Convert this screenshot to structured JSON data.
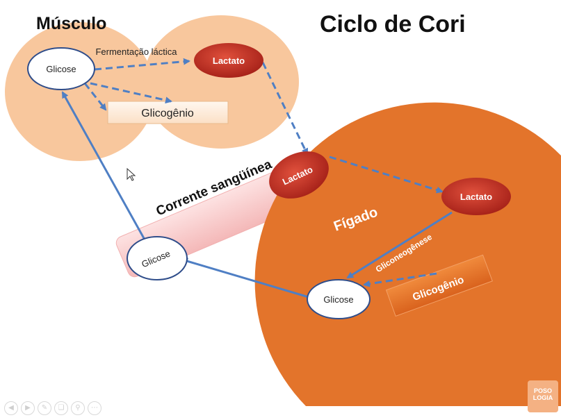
{
  "title": "Ciclo de Cori",
  "muscle": {
    "title": "Músculo",
    "glucose": "Glicose",
    "lactate": "Lactato",
    "fermentation": "Fermentação láctica",
    "glycogen": "Glicogênio"
  },
  "blood": {
    "label": "Corrente sangüínea",
    "lactate": "Lactato",
    "glucose": "Glicose"
  },
  "liver": {
    "title": "Fígado",
    "lactate": "Lactato",
    "gluconeogenesis": "Gliconeogênese",
    "glucose": "Glicose",
    "glycogen": "Glicogênio"
  },
  "logo_text": "POSO LOGIA",
  "colors": {
    "muscle_fill": "#f8c79d",
    "liver_fill": "#e3742b",
    "lactate_fill": "#c42d1f",
    "blood_band": "#f7c6c6",
    "arrow": "#4f7fc4"
  },
  "player_controls": [
    "previous-icon",
    "play-icon",
    "pen-icon",
    "copy-icon",
    "zoom-icon",
    "more-icon"
  ]
}
